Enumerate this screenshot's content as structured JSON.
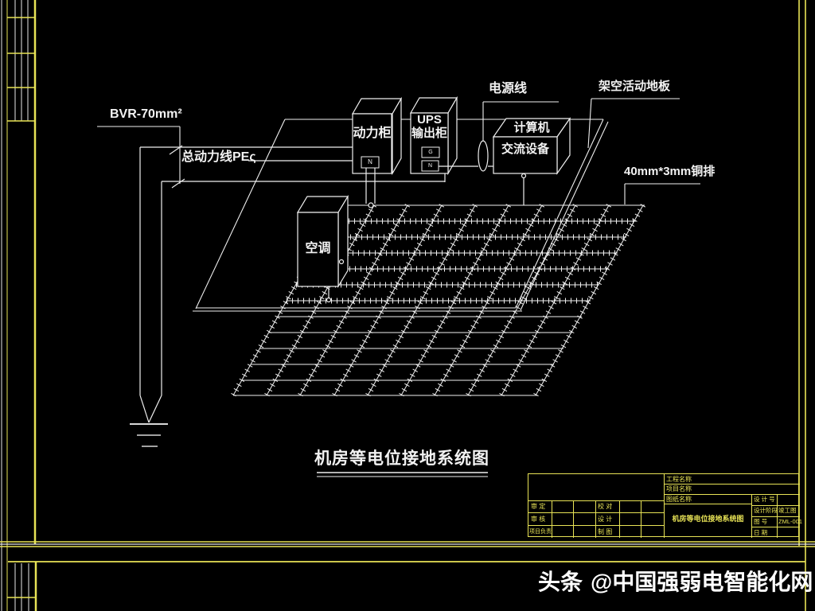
{
  "drawing": {
    "main_title": "机房等电位接地系统图",
    "labels": {
      "bvr_cable": "BVR-70mm²",
      "main_power_pe": "总动力线PEς",
      "power_cabinet": "动力柜",
      "ups_line1": "UPS",
      "ups_line2": "输出柜",
      "power_cord": "电源线",
      "computer_line1": "计算机",
      "computer_line2": "交流设备",
      "raised_floor": "架空活动地板",
      "copper_bar": "40mm*3mm铜排",
      "air_conditioner": "空调",
      "power_cabinet_terminal": "N",
      "ups_terminal_top": "G",
      "ups_terminal_bottom": "N"
    }
  },
  "title_block": {
    "approve_label": "审 定",
    "check_label": "审 核",
    "lead_label": "项目负责",
    "proof_label": "校 对",
    "design_label": "设 计",
    "draft_label": "制 图",
    "project_name_label": "工程名称",
    "item_name_label": "项目名称",
    "sheet_name_label": "图纸名称",
    "sheet_title": "机房等电位接地系统图",
    "design_no_label": "设 计 号",
    "stage_label": "设计阶段",
    "stage_value": "竣工图",
    "fig_no_label": "图  号",
    "fig_no_value": "ZML-001",
    "date_label": "日  期"
  },
  "watermark": {
    "brand": "头条",
    "handle": "@中国强弱电智能化网"
  },
  "colors": {
    "frame_yellow": "#e8e356",
    "line_white": "#f2f2f2",
    "background": "#000000"
  }
}
